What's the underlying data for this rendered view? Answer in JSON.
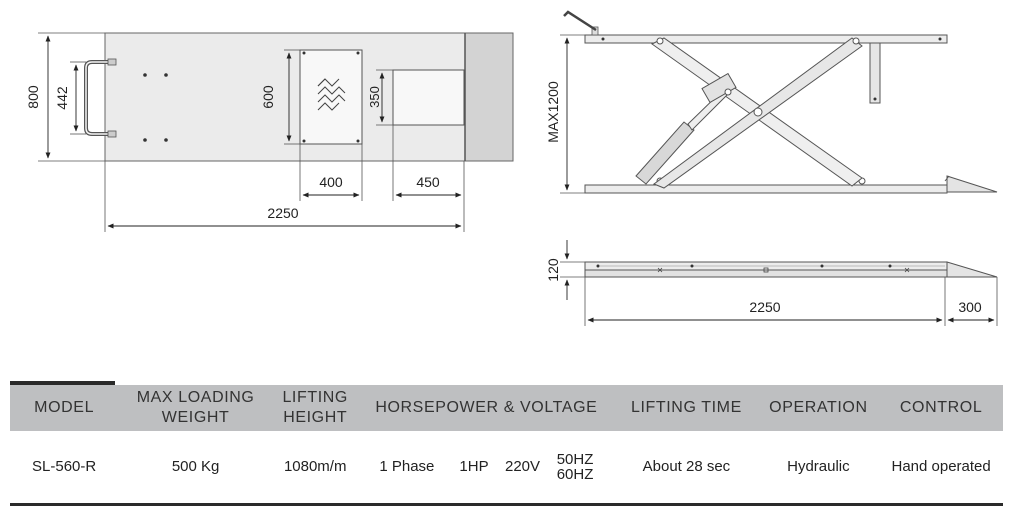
{
  "dimensions": {
    "top_view_height": "800",
    "handle_width": "442",
    "center_plate_height": "600",
    "center_plate_width": "400",
    "opening_height": "350",
    "opening_width": "450",
    "overall_length": "2250",
    "max_height": "MAX1200",
    "min_height": "120",
    "side_length": "2250",
    "ramp_length": "300"
  },
  "table": {
    "headers": {
      "model": "MODEL",
      "max_loading_line1": "MAX LOADING",
      "max_loading_line2": "WEIGHT",
      "lifting_height_line1": "LIFTING",
      "lifting_height_line2": "HEIGHT",
      "horsepower_voltage": "HORSEPOWER & VOLTAGE",
      "lifting_time": "LIFTING TIME",
      "operation": "OPERATION",
      "control": "CONTROL"
    },
    "row": {
      "model": "SL-560-R",
      "max_loading": "500 Kg",
      "lifting_height": "1080m/m",
      "phase": "1 Phase",
      "hp": "1HP",
      "voltage": "220V",
      "freq1": "50HZ",
      "freq2": "60HZ",
      "lifting_time": "About 28 sec",
      "operation": "Hydraulic",
      "control": "Hand operated"
    }
  }
}
